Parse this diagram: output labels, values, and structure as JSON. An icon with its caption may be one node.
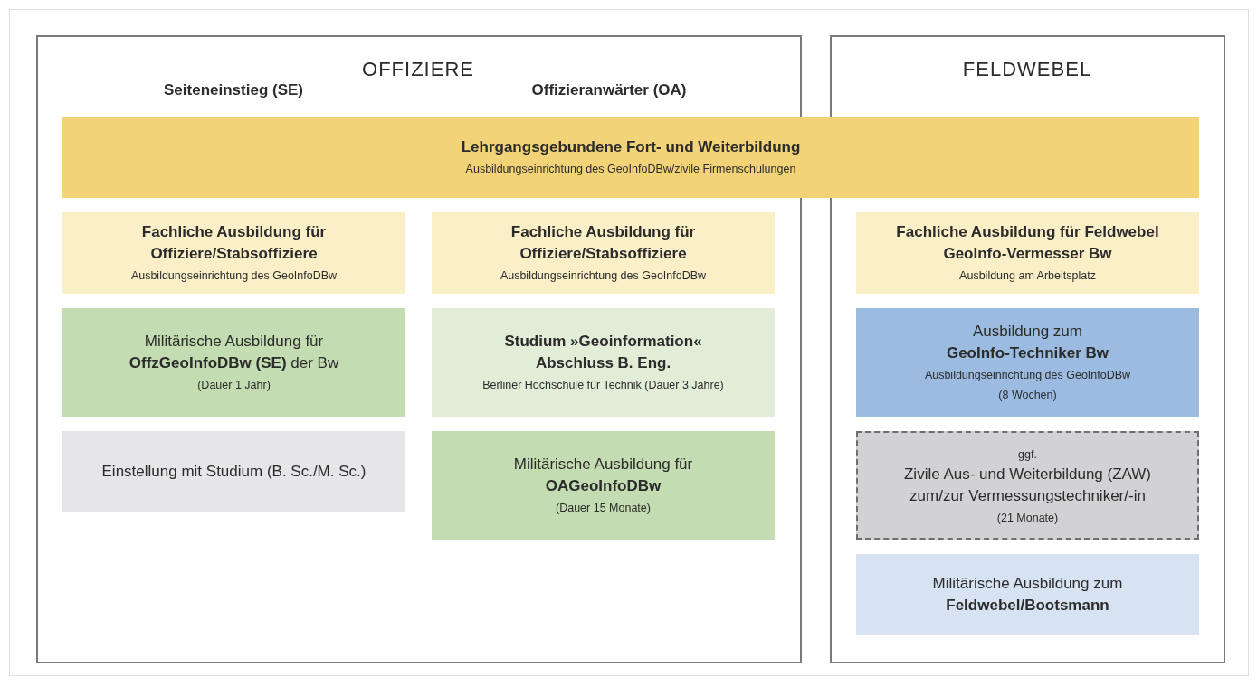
{
  "diagram": {
    "nodes": [
      {
        "text": [
          "OFFIZIERE",
          "Seiteneinstieg (SE)",
          "Offizieranwärter (OA)"
        ]
      },
      {
        "text": [
          "FELDWEBEL"
        ]
      },
      {
        "text": [
          "Lehrgangsgebundene Fort- und Weiterbildung",
          "Ausbildungseinrichtung des GeoInfoDBw/zivile Firmenschulungen"
        ]
      },
      {
        "text": [
          "Fachliche Ausbildung für Offiziere/Stabsoffiziere",
          "Ausbildungseinrichtung des GeoInfoDBw"
        ],
        "in": 0
      },
      {
        "text": [
          "Militärische Ausbildung für **OffzGeoInfoDBw (SE)** der Bw",
          "(Dauer 1 Jahr)"
        ],
        "in": 0
      },
      {
        "text": [
          "Einstellung mit Studium (B. Sc./M. Sc.)"
        ],
        "in": 0
      },
      {
        "text": [
          "Fachliche Ausbildung für Offiziere/Stabsoffiziere",
          "Ausbildungseinrichtung des GeoInfoDBw"
        ],
        "in": 0
      },
      {
        "text": [
          "Studium »Geoinformation« Abschluss B. Eng.",
          "Berliner Hochschule für Technik (Dauer 3 Jahre)"
        ],
        "in": 0
      },
      {
        "text": [
          "Militärische Ausbildung für **OAGeoInfoDBw**",
          "(Dauer 15 Monate)"
        ],
        "in": 0
      },
      {
        "text": [
          "Fachliche Ausbildung für Feldwebel GeoInfo-Vermesser Bw",
          "Ausbildung am Arbeitsplatz"
        ],
        "in": 1
      },
      {
        "text": [
          "Ausbildung zum **GeoInfo-Techniker Bw**",
          "Ausbildungseinrichtung des GeoInfoDBw",
          "(8 Wochen)"
        ],
        "in": 1
      },
      {
        "text": [
          "ggf.",
          "Zivile Aus- und Weiterbildung (ZAW) zum/zur Vermessungstechniker/-in",
          "(21 Monate)"
        ],
        "in": 1
      },
      {
        "text": [
          "Militärische Ausbildung zum **Feldwebel/Bootsmann**"
        ],
        "in": 1
      }
    ]
  }
}
